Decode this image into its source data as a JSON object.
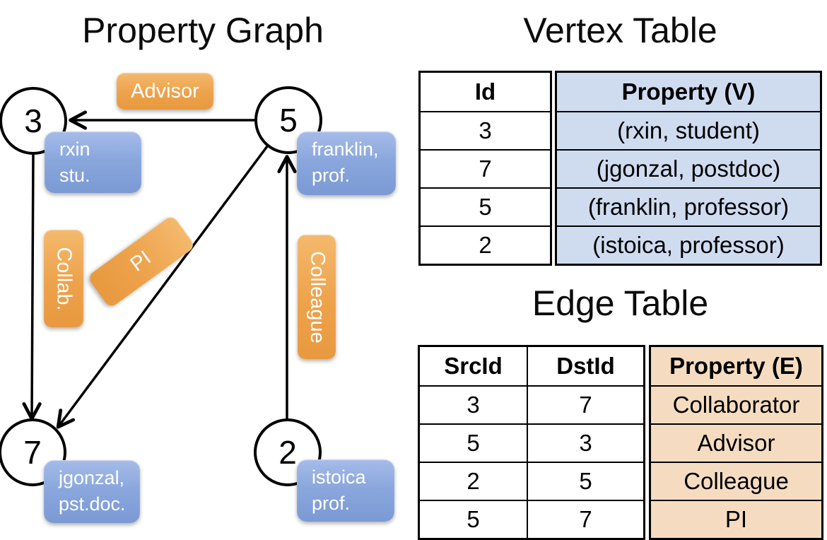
{
  "graph": {
    "title": "Property Graph",
    "nodes": [
      {
        "id": "3",
        "label_lines": [
          "rxin",
          "stu."
        ]
      },
      {
        "id": "5",
        "label_lines": [
          "franklin,",
          "prof."
        ]
      },
      {
        "id": "7",
        "label_lines": [
          "jgonzal,",
          "pst.doc."
        ]
      },
      {
        "id": "2",
        "label_lines": [
          "istoica",
          "prof."
        ]
      }
    ],
    "edges": [
      {
        "from": "5",
        "to": "3",
        "label": "Advisor"
      },
      {
        "from": "3",
        "to": "7",
        "label": "Collab."
      },
      {
        "from": "5",
        "to": "7",
        "label": "PI"
      },
      {
        "from": "2",
        "to": "5",
        "label": "Colleague"
      }
    ]
  },
  "vertex_table": {
    "title": "Vertex Table",
    "columns": [
      "Id",
      "Property (V)"
    ],
    "rows": [
      [
        "3",
        "(rxin, student)"
      ],
      [
        "7",
        "(jgonzal, postdoc)"
      ],
      [
        "5",
        "(franklin, professor)"
      ],
      [
        "2",
        "(istoica, professor)"
      ]
    ]
  },
  "edge_table": {
    "title": "Edge Table",
    "columns": [
      "SrcId",
      "DstId",
      "Property (E)"
    ],
    "rows": [
      [
        "3",
        "7",
        "Collaborator"
      ],
      [
        "5",
        "3",
        "Advisor"
      ],
      [
        "2",
        "5",
        "Colleague"
      ],
      [
        "5",
        "7",
        "PI"
      ]
    ]
  },
  "colors": {
    "vertex_box_blue": "#8aa7dd",
    "edge_badge_orange": "#eda24b",
    "vertex_table_cell": "#cfdcf0",
    "edge_table_cell": "#f5dcc1",
    "line_black": "#000000"
  }
}
